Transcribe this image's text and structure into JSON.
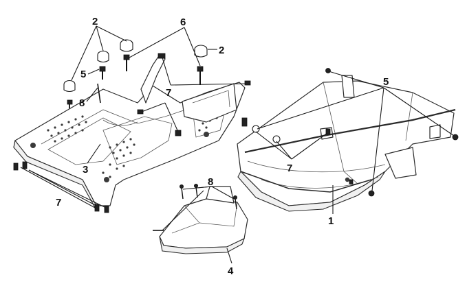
{
  "diagram": {
    "callouts": {
      "c1": "1",
      "c2a": "2",
      "c2b": "2",
      "c3": "3",
      "c4": "4",
      "c5a": "5",
      "c5b": "5",
      "c6": "6",
      "c7a": "7",
      "c7b": "7",
      "c7c": "7",
      "c8a": "8",
      "c8b": "8"
    }
  }
}
